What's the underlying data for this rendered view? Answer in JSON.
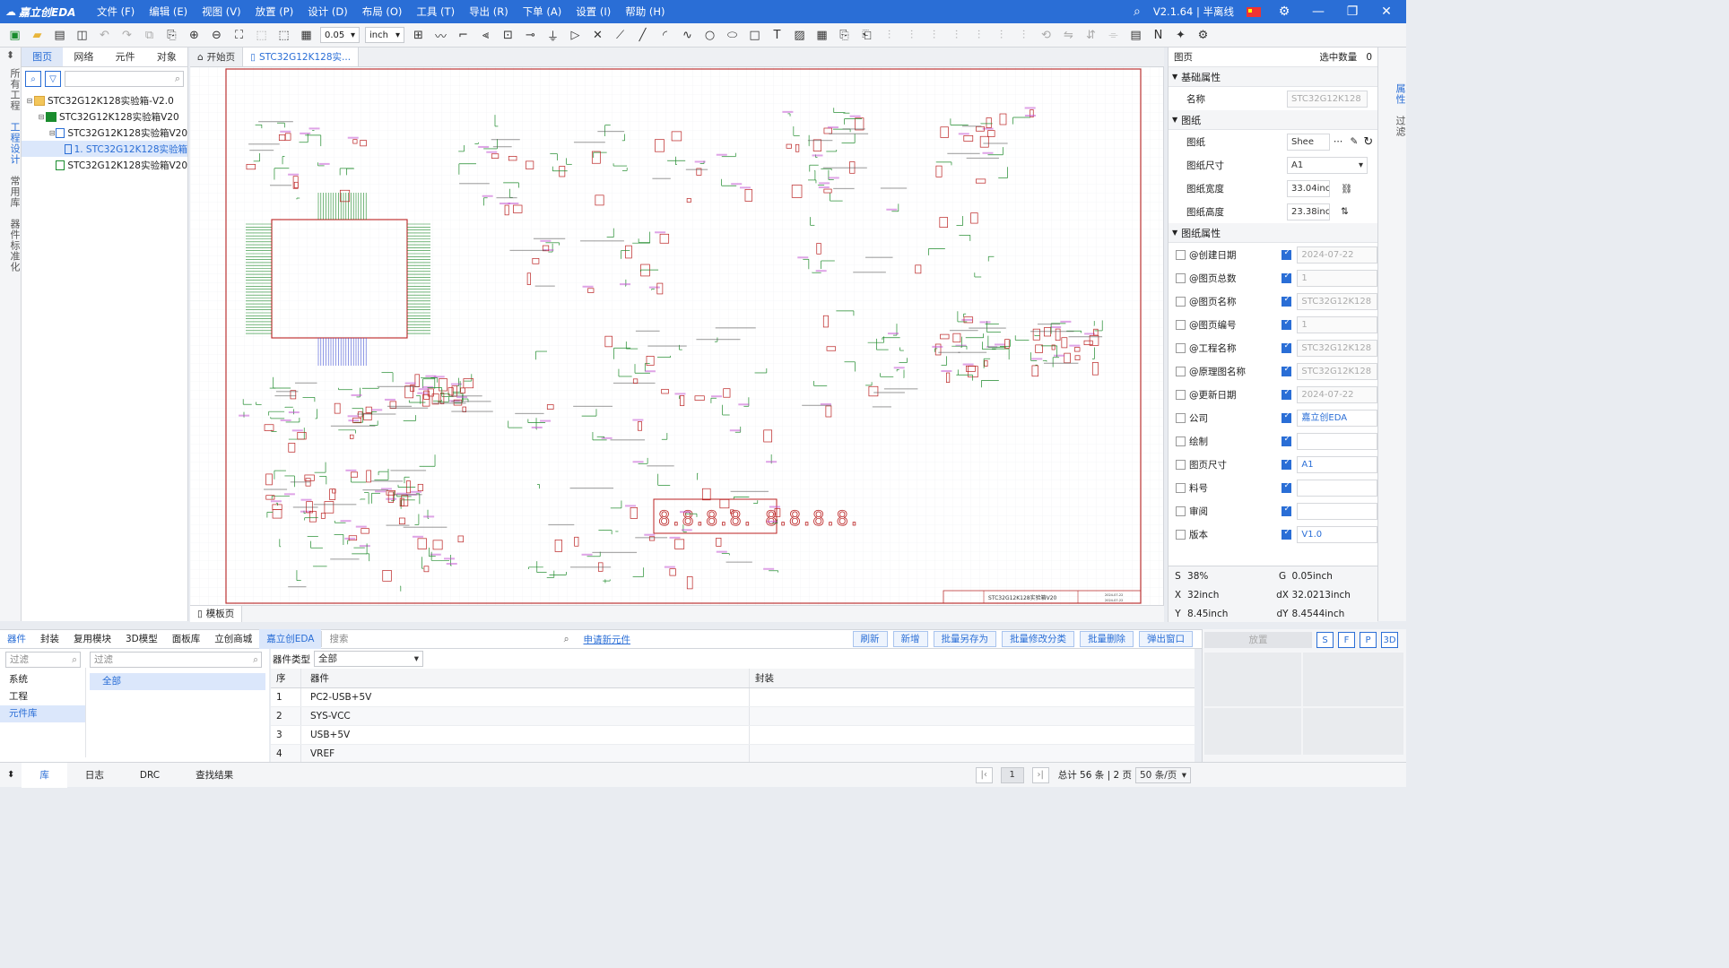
{
  "app": {
    "brand": "嘉立创EDA",
    "version": "V2.1.64 | 半离线"
  },
  "menu": [
    "文件 (F)",
    "编辑 (E)",
    "视图 (V)",
    "放置 (P)",
    "设计 (D)",
    "布局 (O)",
    "工具 (T)",
    "导出 (R)",
    "下单 (A)",
    "设置 (I)",
    "帮助 (H)"
  ],
  "toolbar": {
    "grid_value": "0.05",
    "unit": "inch"
  },
  "left_vtabs": [
    "所有工程",
    "工程设计",
    "常用库",
    "器件标准化"
  ],
  "left_tabs": [
    "图页",
    "网络",
    "元件",
    "对象"
  ],
  "tree": [
    {
      "label": "STC32G12K128实验箱-V2.0",
      "indent": 0,
      "sel": false
    },
    {
      "label": "STC32G12K128实验箱V20",
      "indent": 1,
      "sel": false
    },
    {
      "label": "STC32G12K128实验箱V20",
      "indent": 2,
      "sel": false
    },
    {
      "label": "1. STC32G12K128实验箱",
      "indent": 3,
      "sel": true
    },
    {
      "label": "STC32G12K128实验箱V20",
      "indent": 2,
      "sel": false
    }
  ],
  "doc_tabs": [
    {
      "label": "开始页",
      "active": false
    },
    {
      "label": "STC32G12K128实...",
      "active": true
    }
  ],
  "sheet_tab": "模板页",
  "right_panel": {
    "header_title": "图页",
    "selected_count_label": "选中数量",
    "selected_count": "0",
    "sections": {
      "basic": "基础属性",
      "sheet": "图纸",
      "sheet_props": "图纸属性"
    },
    "basic": [
      {
        "label": "名称",
        "value": "STC32G12K128"
      }
    ],
    "sheet": [
      {
        "label": "图纸",
        "value": "Shee"
      },
      {
        "label": "图纸尺寸",
        "value": "A1"
      },
      {
        "label": "图纸宽度",
        "value": "33.04inch"
      },
      {
        "label": "图纸高度",
        "value": "23.38inch"
      }
    ],
    "props": [
      {
        "label": "@创建日期",
        "value": "2024-07-22",
        "active": false
      },
      {
        "label": "@图页总数",
        "value": "1",
        "active": false
      },
      {
        "label": "@图页名称",
        "value": "STC32G12K128",
        "active": false
      },
      {
        "label": "@图页编号",
        "value": "1",
        "active": false
      },
      {
        "label": "@工程名称",
        "value": "STC32G12K128",
        "active": false
      },
      {
        "label": "@原理图名称",
        "value": "STC32G12K128",
        "active": false
      },
      {
        "label": "@更新日期",
        "value": "2024-07-22",
        "active": false
      },
      {
        "label": "公司",
        "value": "嘉立创EDA",
        "active": true
      },
      {
        "label": "绘制",
        "value": "",
        "active": true
      },
      {
        "label": "图页尺寸",
        "value": "A1",
        "active": true
      },
      {
        "label": "料号",
        "value": "",
        "active": true
      },
      {
        "label": "审阅",
        "value": "",
        "active": true
      },
      {
        "label": "版本",
        "value": "V1.0",
        "active": true
      }
    ],
    "right_vtabs": [
      "属性",
      "过滤"
    ]
  },
  "coords": {
    "S": "38%",
    "G": "0.05inch",
    "X": "32inch",
    "dX": "32.0213inch",
    "Y": "8.45inch",
    "dY": "8.4544inch"
  },
  "bottom": {
    "tabs": [
      "器件",
      "封装",
      "复用模块",
      "3D模型",
      "面板库",
      "立创商城",
      "嘉立创EDA"
    ],
    "search_placeholder": "搜索",
    "apply_link": "申请新元件",
    "buttons": [
      "刷新",
      "新增",
      "批量另存为",
      "批量修改分类",
      "批量删除",
      "弹出窗口"
    ],
    "filter1": "过滤",
    "filter2": "过滤",
    "categories": [
      "系统",
      "工程",
      "元件库"
    ],
    "sub_categories": [
      "全部"
    ],
    "device_type_label": "器件类型",
    "device_type_value": "全部",
    "columns": [
      "序",
      "器件",
      "封装"
    ],
    "rows": [
      {
        "n": "1",
        "name": "PC2-USB+5V",
        "pkg": ""
      },
      {
        "n": "2",
        "name": "SYS-VCC",
        "pkg": ""
      },
      {
        "n": "3",
        "name": "USB+5V",
        "pkg": ""
      },
      {
        "n": "4",
        "name": "VREF",
        "pkg": ""
      }
    ],
    "place_label": "放置",
    "place_buttons": [
      "S",
      "F",
      "P",
      "3D"
    ],
    "pagination": {
      "page": "1",
      "summary": "总计 56 条 | 2 页",
      "per_page": "50 条/页"
    }
  },
  "statusbar": [
    "库",
    "日志",
    "DRC",
    "查找结果"
  ],
  "schematic": {
    "title_block": "STC32G12K128实验箱V20",
    "dates": [
      "2024-07-22",
      "2024-07-22"
    ],
    "segment_display": "8.8.8.8. 8.8.8.8."
  }
}
